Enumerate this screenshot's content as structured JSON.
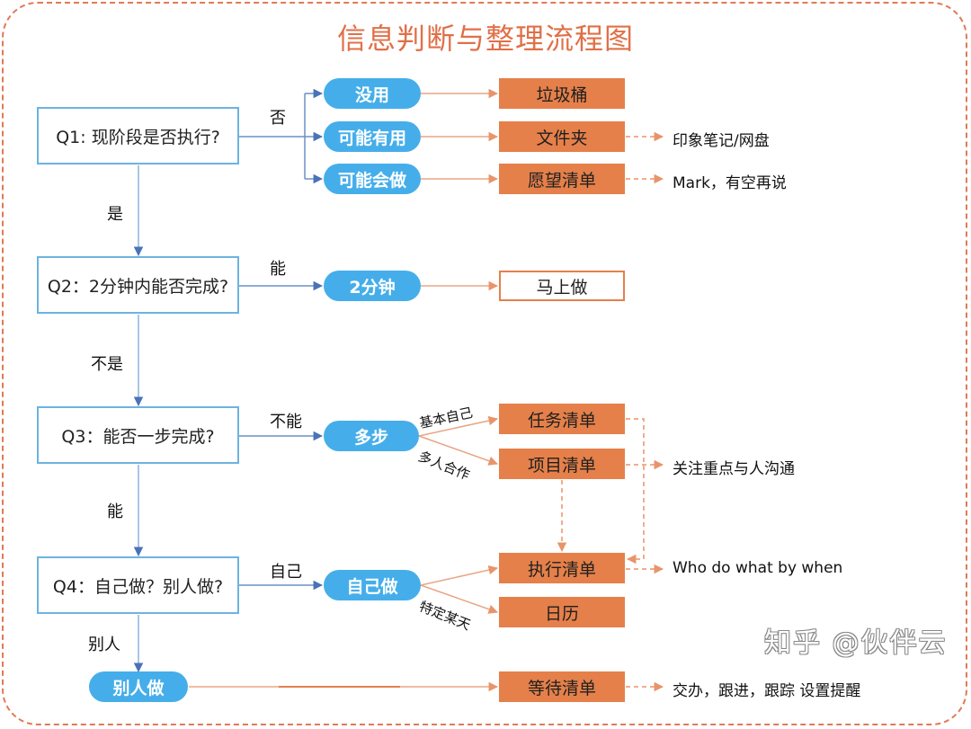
{
  "title": "信息判断与整理流程图",
  "colors": {
    "border": "#e07a56",
    "title": "#e07048",
    "question_border": "#6db3e0",
    "pill": "#45aeea",
    "action_box": "#e5804a",
    "blue_arrow": "#4a72b8",
    "orange_arrow": "#e8946a"
  },
  "questions": [
    {
      "id": "q1",
      "text": "Q1: 现阶段是否执行?"
    },
    {
      "id": "q2",
      "text": "Q2：2分钟内能否完成?"
    },
    {
      "id": "q3",
      "text": "Q3：能否一步完成?"
    },
    {
      "id": "q4",
      "text": "Q4：自己做？别人做?"
    }
  ],
  "branch_labels": {
    "q1_no": "否",
    "q1_yes": "是",
    "q2_yes": "能",
    "q2_no": "不是",
    "q3_no": "不能",
    "q3_yes": "能",
    "q4_self": "自己",
    "q4_other": "别人",
    "multi_self": "基本自己",
    "multi_team": "多人合作",
    "self_day": "特定某天"
  },
  "pills": {
    "useless": "没用",
    "maybe_useful": "可能有用",
    "maybe_do": "可能会做",
    "two_min": "2分钟",
    "multi_step": "多步",
    "self_do": "自己做",
    "other_do": "别人做"
  },
  "actions": {
    "trash": "垃圾桶",
    "folder": "文件夹",
    "wishlist": "愿望清单",
    "do_now": "马上做",
    "task_list": "任务清单",
    "project_list": "项目清单",
    "exec_list": "执行清单",
    "calendar": "日历",
    "waiting_list": "等待清单"
  },
  "notes": {
    "folder": "印象笔记/网盘",
    "wishlist": "Mark，有空再说",
    "project": "关注重点与人沟通",
    "exec": "Who do what by when",
    "waiting": "交办，跟进，跟踪 设置提醒"
  },
  "watermark": "知乎 @伙伴云"
}
